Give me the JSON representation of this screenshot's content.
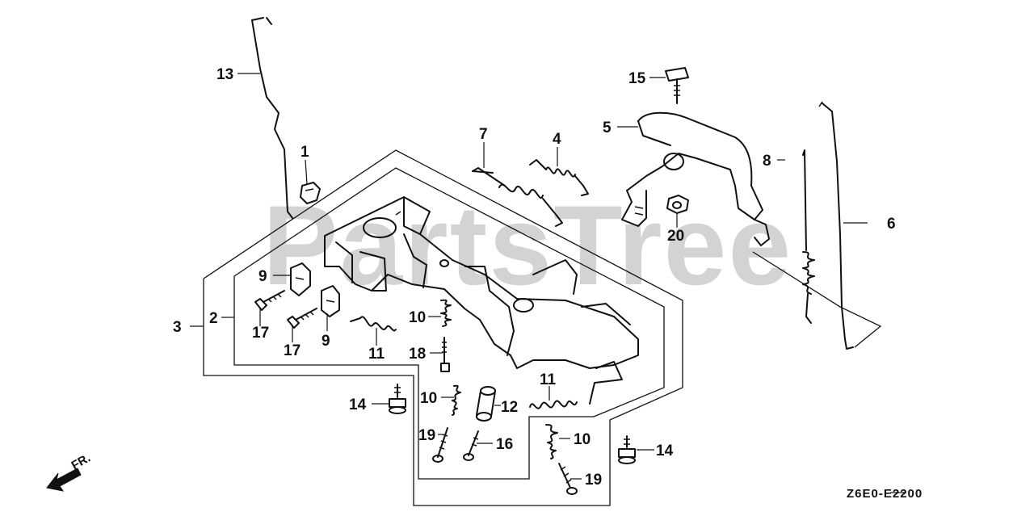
{
  "watermark": "PartsTree",
  "diagram_code": "Z6E0-E2200",
  "direction_label": "FR.",
  "callouts": {
    "n1": "1",
    "n2": "2",
    "n3": "3",
    "n4": "4",
    "n5": "5",
    "n6": "6",
    "n7": "7",
    "n8": "8",
    "n9a": "9",
    "n9b": "9",
    "n10a": "10",
    "n10b": "10",
    "n10c": "10",
    "n11a": "11",
    "n11b": "11",
    "n12": "12",
    "n13": "13",
    "n14a": "14",
    "n14b": "14",
    "n15": "15",
    "n16": "16",
    "n17a": "17",
    "n17b": "17",
    "n18": "18",
    "n19a": "19",
    "n19b": "19",
    "n20": "20"
  }
}
